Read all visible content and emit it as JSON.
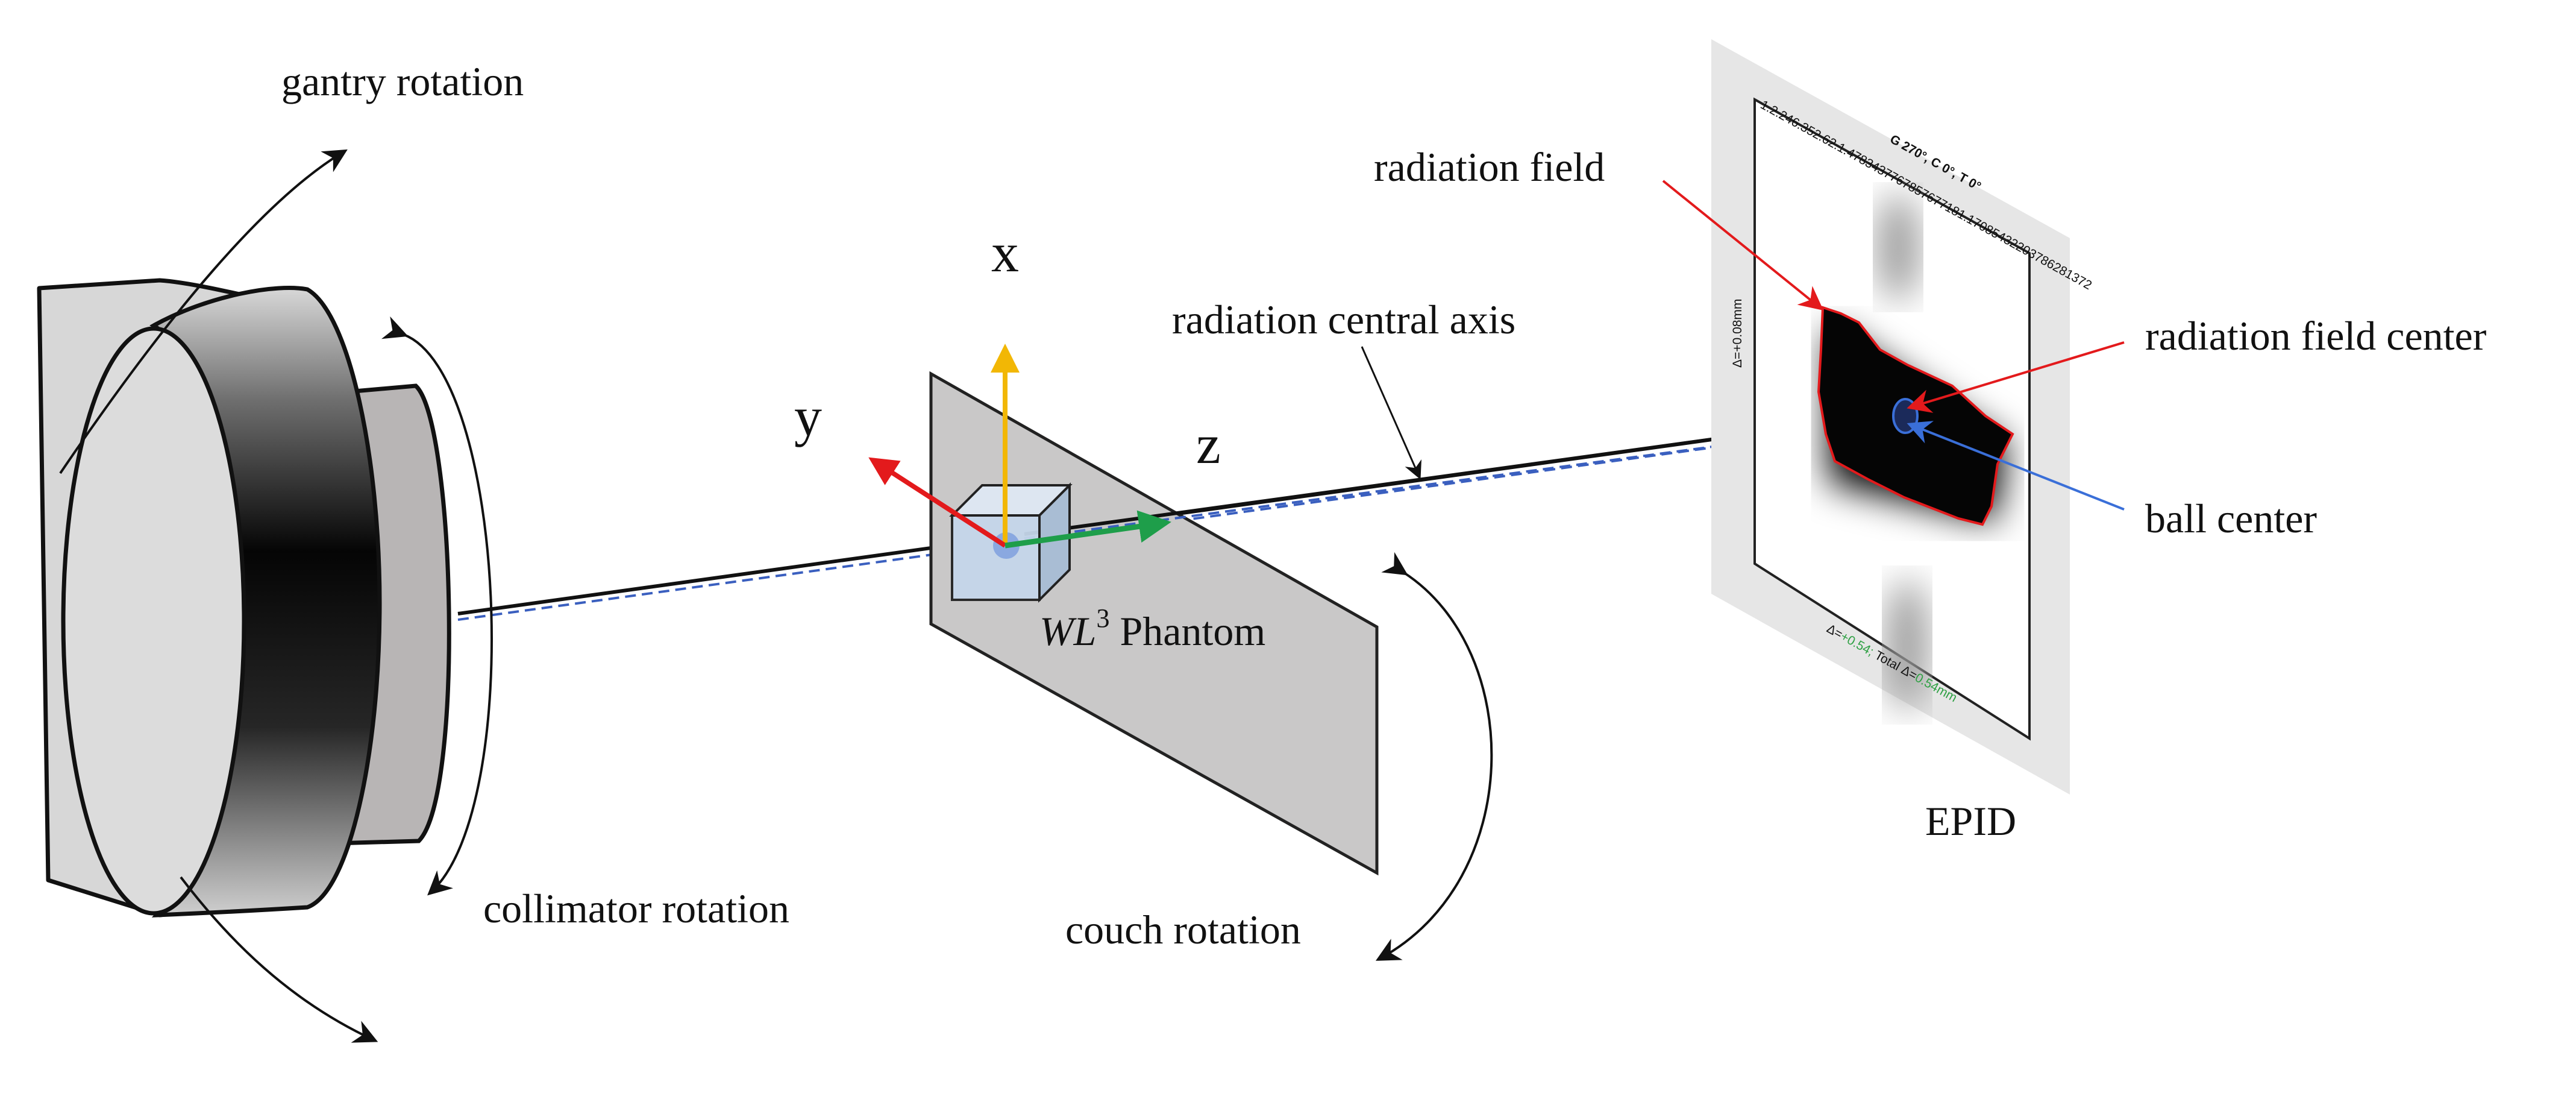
{
  "labels": {
    "gantry_rotation": "gantry rotation",
    "collimator_rotation": "collimator rotation",
    "couch_rotation": "couch rotation",
    "radiation_central_axis": "radiation central axis",
    "radiation_field": "radiation field",
    "radiation_field_center": "radiation field center",
    "ball_center": "ball center",
    "epid": "EPID",
    "phantom_base": "WL",
    "phantom_sup": "3",
    "phantom_rest": " Phantom"
  },
  "axes": {
    "x": "x",
    "y": "y",
    "z": "z"
  },
  "epid_text": {
    "header_title": "G 270°, C 0°, T 0°",
    "header_uid": "1.2.246.352.62.1.4783437767857677181.17085432203786281372",
    "side_delta": "Δ=+0.08mm",
    "footer_delta_prefix": "Δ=",
    "footer_delta_value": "+0.54;",
    "footer_total": " Total Δ=",
    "footer_total_value": "0.54mm"
  },
  "colors": {
    "axis_x": "#f2b705",
    "axis_y": "#e31a1c",
    "axis_z": "#1e9e4a",
    "pointer_red": "#e31a1c",
    "pointer_blue": "#3a6fd8",
    "dashed_axis": "#3a5fbf",
    "epid_text_green": "#2ea043"
  }
}
